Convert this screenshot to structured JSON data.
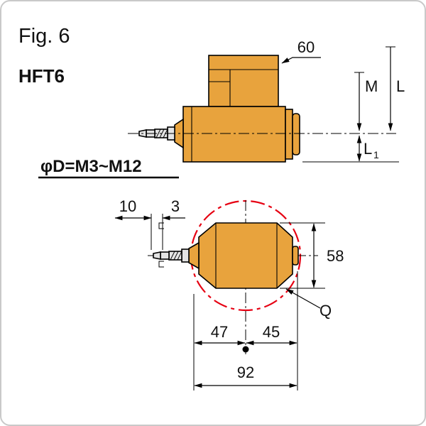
{
  "header": {
    "figure_label": "Fig. 6",
    "model_label": "HFT6"
  },
  "top_view": {
    "dim_shank": "60",
    "dim_m": "M",
    "dim_l": "L",
    "dim_l1_base": "L",
    "dim_l1_sub": "1",
    "spec_label": "φD=M3~M12"
  },
  "bottom_view": {
    "dim_tip": "10",
    "dim_square": "3",
    "dim_height": "58",
    "label_q": "Q",
    "dim_left": "47",
    "dim_right": "45",
    "dim_total": "92"
  },
  "colors": {
    "body_orange": "#E8A33D",
    "tap_grey": "#E4E4E4",
    "accent_blue": "#0086CF",
    "circle_red": "#E60012",
    "line_black": "#000000"
  }
}
